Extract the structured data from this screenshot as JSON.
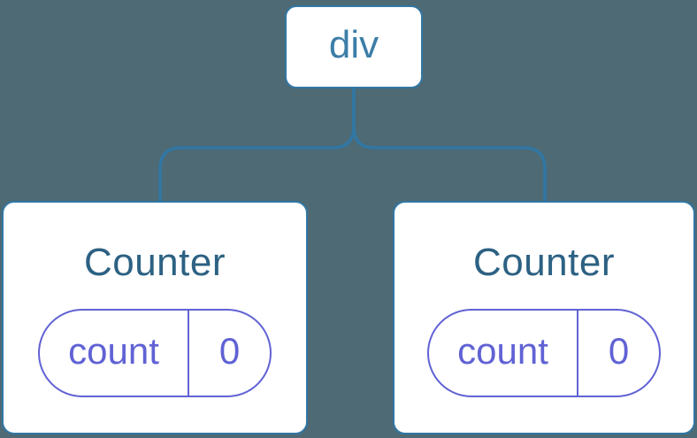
{
  "diagram": {
    "root": {
      "label": "div"
    },
    "children": [
      {
        "label": "Counter",
        "state": [
          {
            "key": "count",
            "value": "0"
          }
        ]
      },
      {
        "label": "Counter",
        "state": [
          {
            "key": "count",
            "value": "0"
          }
        ]
      }
    ],
    "colors": {
      "background": "#4d6a75",
      "connector_blue": "#3177a4",
      "root_label_blue": "#3d7ea7",
      "component_title_blue": "#2c6183",
      "state_purple": "#6062d4",
      "node_background": "#ffffff"
    }
  }
}
